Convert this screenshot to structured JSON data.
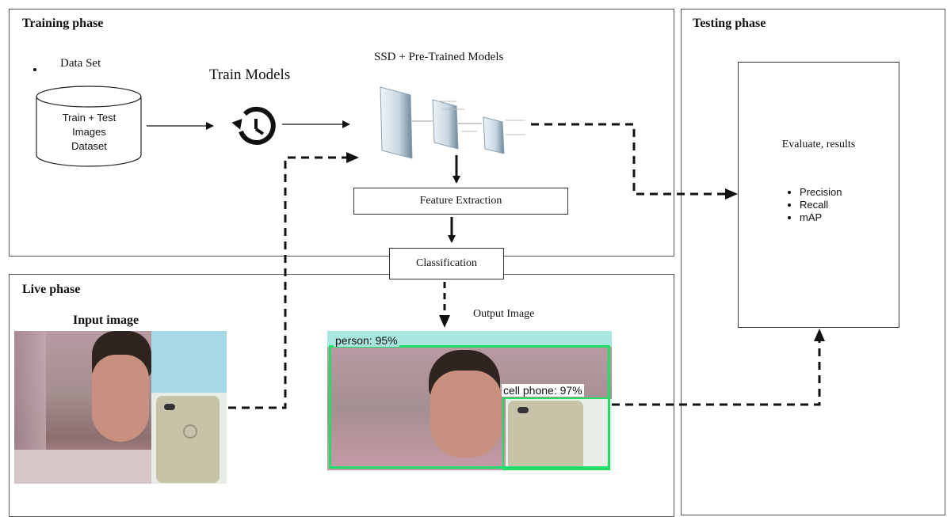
{
  "training": {
    "title": "Training phase",
    "dataset_label": "Data Set",
    "dataset_lines": [
      "Train + Test",
      "Images",
      "Dataset"
    ],
    "train_label": "Train Models",
    "ssd_label": "SSD + Pre-Trained Models",
    "feature_extraction": "Feature Extraction"
  },
  "classification": "Classification",
  "testing": {
    "title": "Testing phase",
    "evaluate_label": "Evaluate, results",
    "metrics": [
      "Precision",
      "Recall",
      "mAP"
    ]
  },
  "live": {
    "title": "Live phase",
    "input_label": "Input image",
    "output_label": "Output Image",
    "detections": [
      {
        "label": "person: 95%"
      },
      {
        "label": "cell phone: 97%"
      }
    ]
  },
  "colors": {
    "detection_box": "#22dd66",
    "phone_overlay": "#a8d7e6"
  },
  "icons": {
    "train": "history-icon"
  }
}
